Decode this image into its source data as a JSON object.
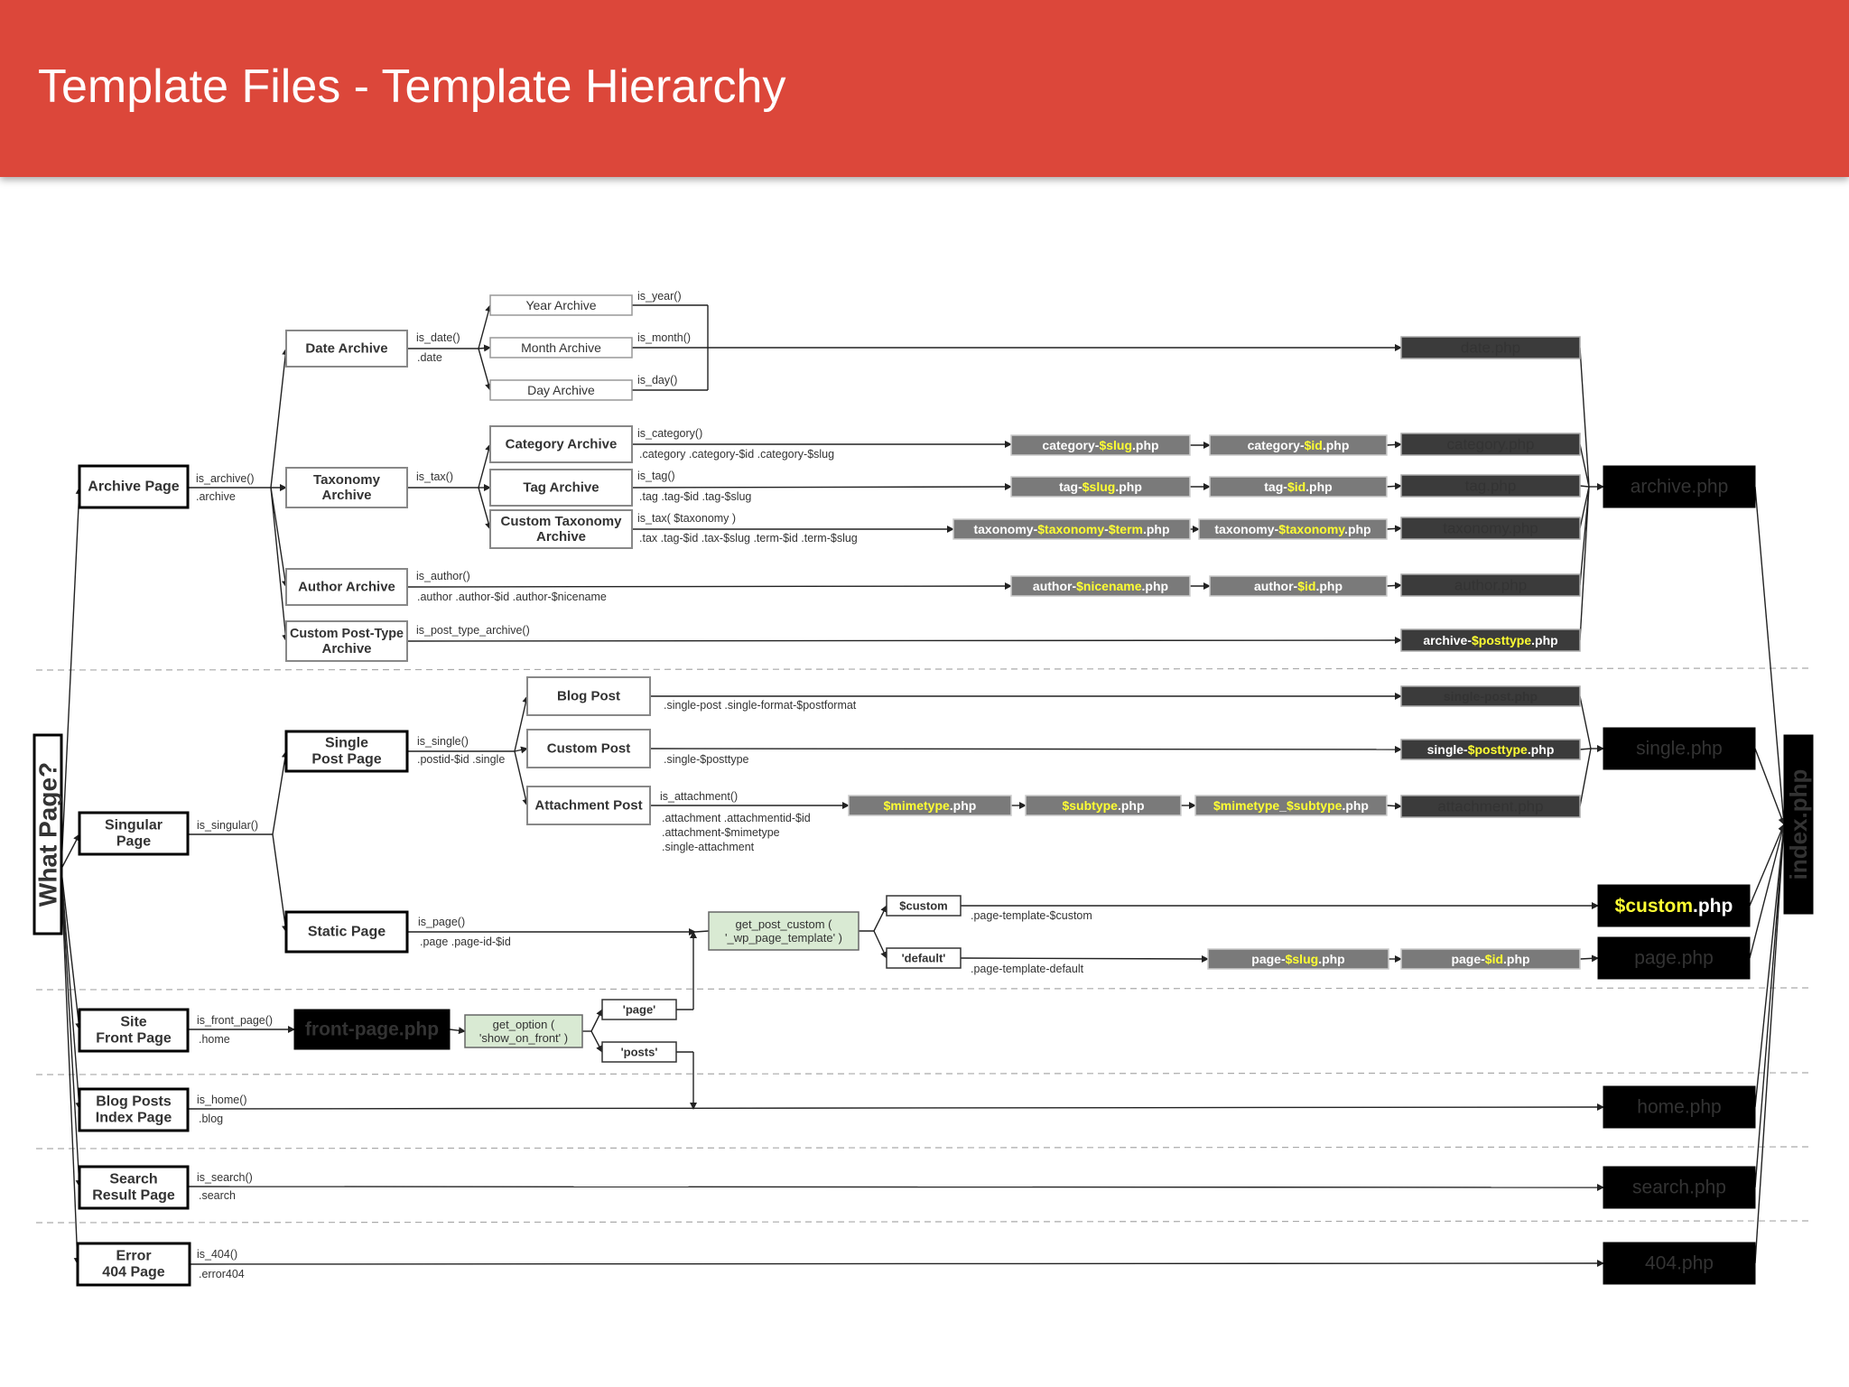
{
  "header": {
    "title": "Template Files - Template Hierarchy"
  },
  "colors": {
    "header": "#dc473a",
    "dark_node": "#3b3b3b",
    "mid_node": "#7a7a7a",
    "black_node": "#000000",
    "variable_text": "#ffff33",
    "function_box": "#d9ead3"
  },
  "nodes": [
    {
      "id": "what-page",
      "label": "What Page?"
    },
    {
      "id": "archive-page",
      "label": "Archive Page"
    },
    {
      "id": "singular-page",
      "label": "Singular Page"
    },
    {
      "id": "site-front-page",
      "label": "Site Front Page"
    },
    {
      "id": "blog-posts-index-page",
      "label": "Blog Posts Index Page"
    },
    {
      "id": "search-result-page",
      "label": "Search Result Page"
    },
    {
      "id": "error-404-page",
      "label": "Error 404 Page"
    },
    {
      "id": "date-archive",
      "label": "Date Archive"
    },
    {
      "id": "taxonomy-archive",
      "label": "Taxonomy Archive"
    },
    {
      "id": "author-archive",
      "label": "Author Archive"
    },
    {
      "id": "custom-post-type-archive",
      "label": "Custom Post-Type Archive"
    },
    {
      "id": "year-archive",
      "label": "Year Archive"
    },
    {
      "id": "month-archive",
      "label": "Month Archive"
    },
    {
      "id": "day-archive",
      "label": "Day Archive"
    },
    {
      "id": "category-archive",
      "label": "Category Archive"
    },
    {
      "id": "tag-archive",
      "label": "Tag Archive"
    },
    {
      "id": "custom-taxonomy-archive",
      "label": "Custom Taxonomy Archive"
    },
    {
      "id": "single-post-page",
      "label": "Single Post Page"
    },
    {
      "id": "static-page",
      "label": "Static Page"
    },
    {
      "id": "blog-post",
      "label": "Blog Post"
    },
    {
      "id": "custom-post",
      "label": "Custom Post"
    },
    {
      "id": "attachment-post",
      "label": "Attachment Post"
    },
    {
      "id": "front-page-php",
      "label": "front-page.php"
    },
    {
      "id": "get-option",
      "label": "get_option ( 'show_on_front' )"
    },
    {
      "id": "opt-page",
      "label": "'page'"
    },
    {
      "id": "opt-posts",
      "label": "'posts'"
    },
    {
      "id": "get-post-custom",
      "label": "get_post_custom ( '_wp_page_template' )"
    },
    {
      "id": "opt-custom",
      "label": "$custom"
    },
    {
      "id": "opt-default",
      "label": "'default'"
    },
    {
      "id": "category-slug-php",
      "label": "category-$slug.php"
    },
    {
      "id": "category-id-php",
      "label": "category-$id.php"
    },
    {
      "id": "tag-slug-php",
      "label": "tag-$slug.php"
    },
    {
      "id": "tag-id-php",
      "label": "tag-$id.php"
    },
    {
      "id": "taxonomy-taxonomy-term-php",
      "label": "taxonomy-$taxonomy-$term.php"
    },
    {
      "id": "taxonomy-taxonomy-php",
      "label": "taxonomy-$taxonomy.php"
    },
    {
      "id": "author-nicename-php",
      "label": "author-$nicename.php"
    },
    {
      "id": "author-id-php",
      "label": "author-$id.php"
    },
    {
      "id": "mimetype-php",
      "label": "$mimetype.php"
    },
    {
      "id": "subtype-php",
      "label": "$subtype.php"
    },
    {
      "id": "mimetype-subtype-php",
      "label": "$mimetype_$subtype.php"
    },
    {
      "id": "page-slug-php",
      "label": "page-$slug.php"
    },
    {
      "id": "page-id-php",
      "label": "page-$id.php"
    },
    {
      "id": "date-php",
      "label": "date.php"
    },
    {
      "id": "category-php",
      "label": "category.php"
    },
    {
      "id": "tag-php",
      "label": "tag.php"
    },
    {
      "id": "taxonomy-php",
      "label": "taxonomy.php"
    },
    {
      "id": "author-php",
      "label": "author.php"
    },
    {
      "id": "archive-posttype-php",
      "label": "archive-$posttype.php"
    },
    {
      "id": "single-post-php",
      "label": "single-post.php"
    },
    {
      "id": "single-posttype-php",
      "label": "single-$posttype.php"
    },
    {
      "id": "attachment-php",
      "label": "attachment.php"
    },
    {
      "id": "archive-php",
      "label": "archive.php"
    },
    {
      "id": "single-php",
      "label": "single.php"
    },
    {
      "id": "custom-php",
      "label": "$custom.php"
    },
    {
      "id": "page-php",
      "label": "page.php"
    },
    {
      "id": "home-php",
      "label": "home.php"
    },
    {
      "id": "search-php",
      "label": "search.php"
    },
    {
      "id": "404-php",
      "label": "404.php"
    },
    {
      "id": "index-php",
      "label": "index.php"
    }
  ],
  "edge_labels": [
    {
      "id": "is-archive",
      "label": "is_archive()"
    },
    {
      "id": "archive-class",
      "label": ".archive"
    },
    {
      "id": "is-singular",
      "label": "is_singular()"
    },
    {
      "id": "is-front-page",
      "label": "is_front_page()"
    },
    {
      "id": "home-class",
      "label": ".home"
    },
    {
      "id": "is-home",
      "label": "is_home()"
    },
    {
      "id": "blog-class",
      "label": ".blog"
    },
    {
      "id": "is-search",
      "label": "is_search()"
    },
    {
      "id": "search-class",
      "label": ".search"
    },
    {
      "id": "is-404",
      "label": "is_404()"
    },
    {
      "id": "error404-class",
      "label": ".error404"
    },
    {
      "id": "is-date",
      "label": "is_date()"
    },
    {
      "id": "date-class",
      "label": ".date"
    },
    {
      "id": "is-tax",
      "label": "is_tax()"
    },
    {
      "id": "is-author",
      "label": "is_author()"
    },
    {
      "id": "author-classes",
      "label": ".author .author-$id .author-$nicename"
    },
    {
      "id": "is-post-type-archive",
      "label": "is_post_type_archive()"
    },
    {
      "id": "is-year",
      "label": "is_year()"
    },
    {
      "id": "is-month",
      "label": "is_month()"
    },
    {
      "id": "is-day",
      "label": "is_day()"
    },
    {
      "id": "is-category",
      "label": "is_category()"
    },
    {
      "id": "category-classes",
      "label": ".category .category-$id .category-$slug"
    },
    {
      "id": "is-tag",
      "label": "is_tag()"
    },
    {
      "id": "tag-classes",
      "label": ".tag .tag-$id .tag-$slug"
    },
    {
      "id": "is-tax-taxonomy",
      "label": "is_tax( $taxonomy )"
    },
    {
      "id": "tax-classes",
      "label": ".tax .tag-$id .tax-$slug .term-$id .term-$slug"
    },
    {
      "id": "is-single",
      "label": "is_single()"
    },
    {
      "id": "single-classes",
      "label": ".postid-$id .single"
    },
    {
      "id": "is-page",
      "label": "is_page()"
    },
    {
      "id": "page-classes",
      "label": ".page .page-id-$id"
    },
    {
      "id": "single-post-classes",
      "label": ".single-post .single-format-$postformat"
    },
    {
      "id": "single-posttype-class",
      "label": ".single-$posttype"
    },
    {
      "id": "is-attachment",
      "label": "is_attachment()"
    },
    {
      "id": "attachment-class-1",
      "label": ".attachment .attachmentid-$id"
    },
    {
      "id": "attachment-class-2",
      "label": ".attachment-$mimetype"
    },
    {
      "id": "attachment-class-3",
      "label": ".single-attachment"
    },
    {
      "id": "page-template-custom",
      "label": ".page-template-$custom"
    },
    {
      "id": "page-template-default",
      "label": ".page-template-default"
    }
  ]
}
